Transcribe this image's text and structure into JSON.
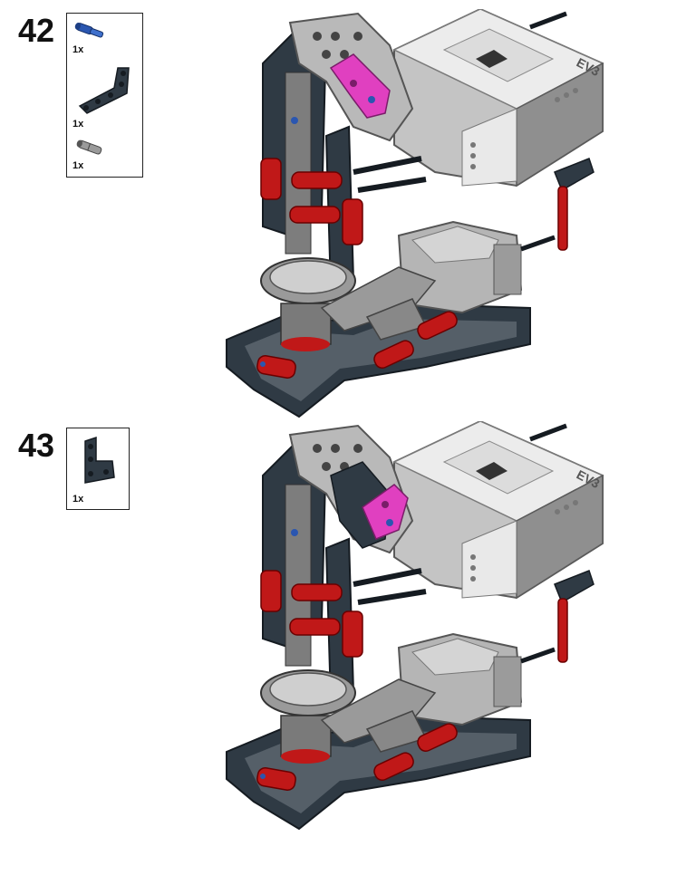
{
  "steps": [
    {
      "number": "42",
      "parts": [
        {
          "icon": "blue-axle-pin-icon",
          "qty": "1x"
        },
        {
          "icon": "dark-bent-liftarm-icon",
          "qty": "1x"
        },
        {
          "icon": "grey-axle-connector-icon",
          "qty": "1x"
        }
      ],
      "model_text": "EV3"
    },
    {
      "number": "43",
      "parts": [
        {
          "icon": "dark-t-liftarm-icon",
          "qty": "1x"
        }
      ],
      "model_text": "EV3"
    }
  ],
  "colors": {
    "dark_grey": "#2f3a44",
    "light_grey": "#b9b9b9",
    "mid_grey": "#8f8f8f",
    "red": "#c01818",
    "magenta": "#e040c0",
    "blue": "#2a56b0",
    "white": "#f1f1f1"
  }
}
